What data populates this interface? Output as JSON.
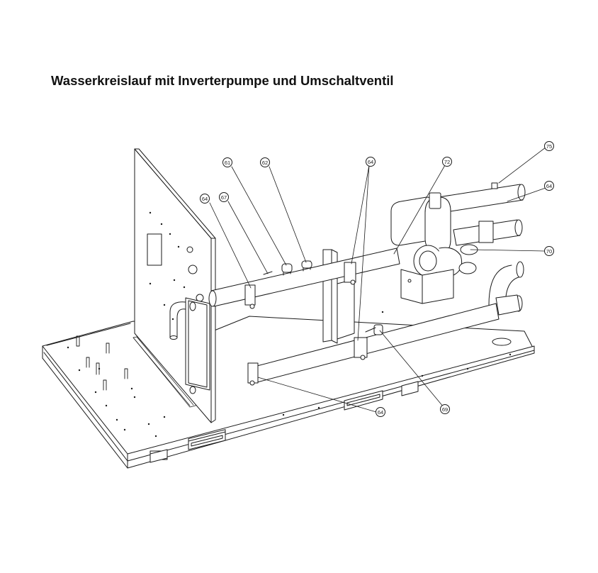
{
  "title": "Wasserkreislauf mit Inverterpumpe und Umschaltventil",
  "colors": {
    "line": "#1a1a1a",
    "fill": "#ffffff",
    "panel": "#f4f4f4"
  },
  "callouts": [
    {
      "id": "c61",
      "label": "61"
    },
    {
      "id": "c62",
      "label": "62"
    },
    {
      "id": "c64a",
      "label": "64"
    },
    {
      "id": "c64b",
      "label": "64"
    },
    {
      "id": "c64c",
      "label": "64"
    },
    {
      "id": "c64d",
      "label": "64"
    },
    {
      "id": "c67",
      "label": "67"
    },
    {
      "id": "c69",
      "label": "69"
    },
    {
      "id": "c70",
      "label": "70"
    },
    {
      "id": "c72",
      "label": "72"
    },
    {
      "id": "c75",
      "label": "75"
    }
  ]
}
